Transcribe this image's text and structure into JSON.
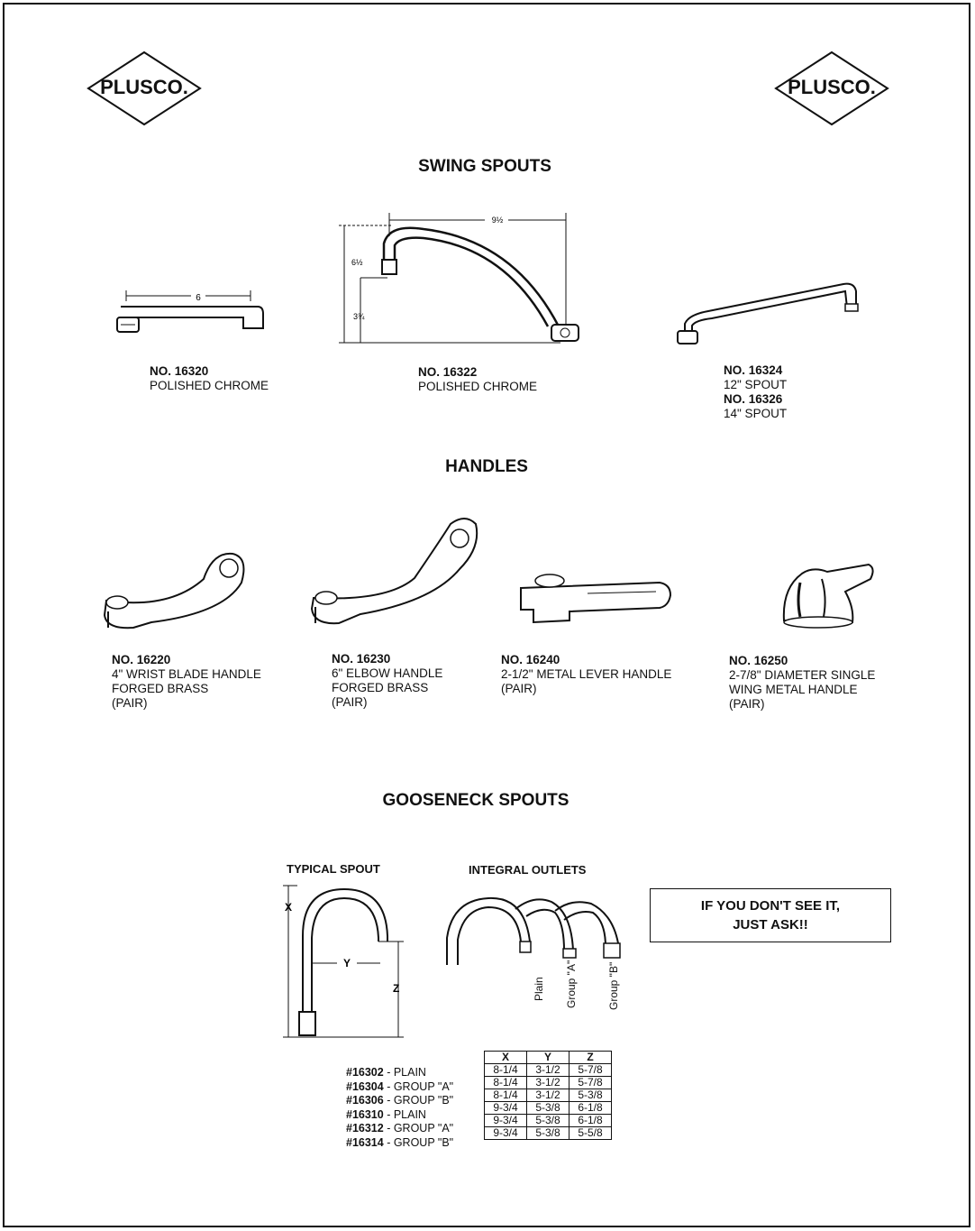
{
  "brand": {
    "logo_text": "PLUSCO."
  },
  "sections": {
    "swing_spouts": "SWING SPOUTS",
    "handles": "HANDLES",
    "gooseneck": "GOOSENECK SPOUTS"
  },
  "dimension_labels": {
    "spout_16320_width": "6",
    "spout_16322_width": "9½",
    "spout_16322_height": "6½",
    "spout_16322_base": "3¾"
  },
  "swing_spouts": [
    {
      "number": "NO. 16320",
      "lines": [
        "POLISHED CHROME"
      ]
    },
    {
      "number": "NO. 16322",
      "lines": [
        "POLISHED CHROME"
      ]
    },
    {
      "number": "NO. 16324",
      "lines": [
        "12\" SPOUT"
      ],
      "number2": "NO. 16326",
      "lines2": [
        "14\"  SPOUT"
      ]
    }
  ],
  "handles": [
    {
      "number": "NO. 16220",
      "lines": [
        "4\" WRIST BLADE HANDLE",
        "FORGED BRASS",
        "(PAIR)"
      ]
    },
    {
      "number": "NO. 16230",
      "lines": [
        "6\" ELBOW HANDLE",
        "FORGED BRASS",
        "(PAIR)"
      ]
    },
    {
      "number": "NO. 16240",
      "lines": [
        "2-1/2\" METAL LEVER HANDLE",
        "(PAIR)"
      ]
    },
    {
      "number": "NO. 16250",
      "lines": [
        "2-7/8\"  DIAMETER SINGLE",
        "WING METAL HANDLE",
        "(PAIR)"
      ]
    }
  ],
  "gooseneck": {
    "typical_spout": "TYPICAL SPOUT",
    "integral_outlets": "INTEGRAL OUTLETS",
    "dim_x": "X",
    "dim_y": "Y",
    "dim_z": "Z",
    "outlet_plain": "Plain",
    "outlet_group_a": "Group \"A\"",
    "outlet_group_b": "Group \"B\""
  },
  "notice": {
    "line1": "IF YOU DON'T SEE  IT,",
    "line2": "JUST ASK!!"
  },
  "models": [
    {
      "num": "#16302",
      "desc": " - PLAIN"
    },
    {
      "num": "#16304",
      "desc": " - GROUP \"A\""
    },
    {
      "num": "#16306",
      "desc": " - GROUP \"B\""
    },
    {
      "num": "#16310",
      "desc": " - PLAIN"
    },
    {
      "num": "#16312",
      "desc": " - GROUP \"A\""
    },
    {
      "num": "#16314",
      "desc": " - GROUP \"B\""
    }
  ],
  "dimension_table": {
    "headers": [
      "X",
      "Y",
      "Z"
    ],
    "rows": [
      [
        "8-1/4",
        "3-1/2",
        "5-7/8"
      ],
      [
        "8-1/4",
        "3-1/2",
        "5-7/8"
      ],
      [
        "8-1/4",
        "3-1/2",
        "5-3/8"
      ],
      [
        "9-3/4",
        "5-3/8",
        "6-1/8"
      ],
      [
        "9-3/4",
        "5-3/8",
        "6-1/8"
      ],
      [
        "9-3/4",
        "5-3/8",
        "5-5/8"
      ]
    ]
  }
}
